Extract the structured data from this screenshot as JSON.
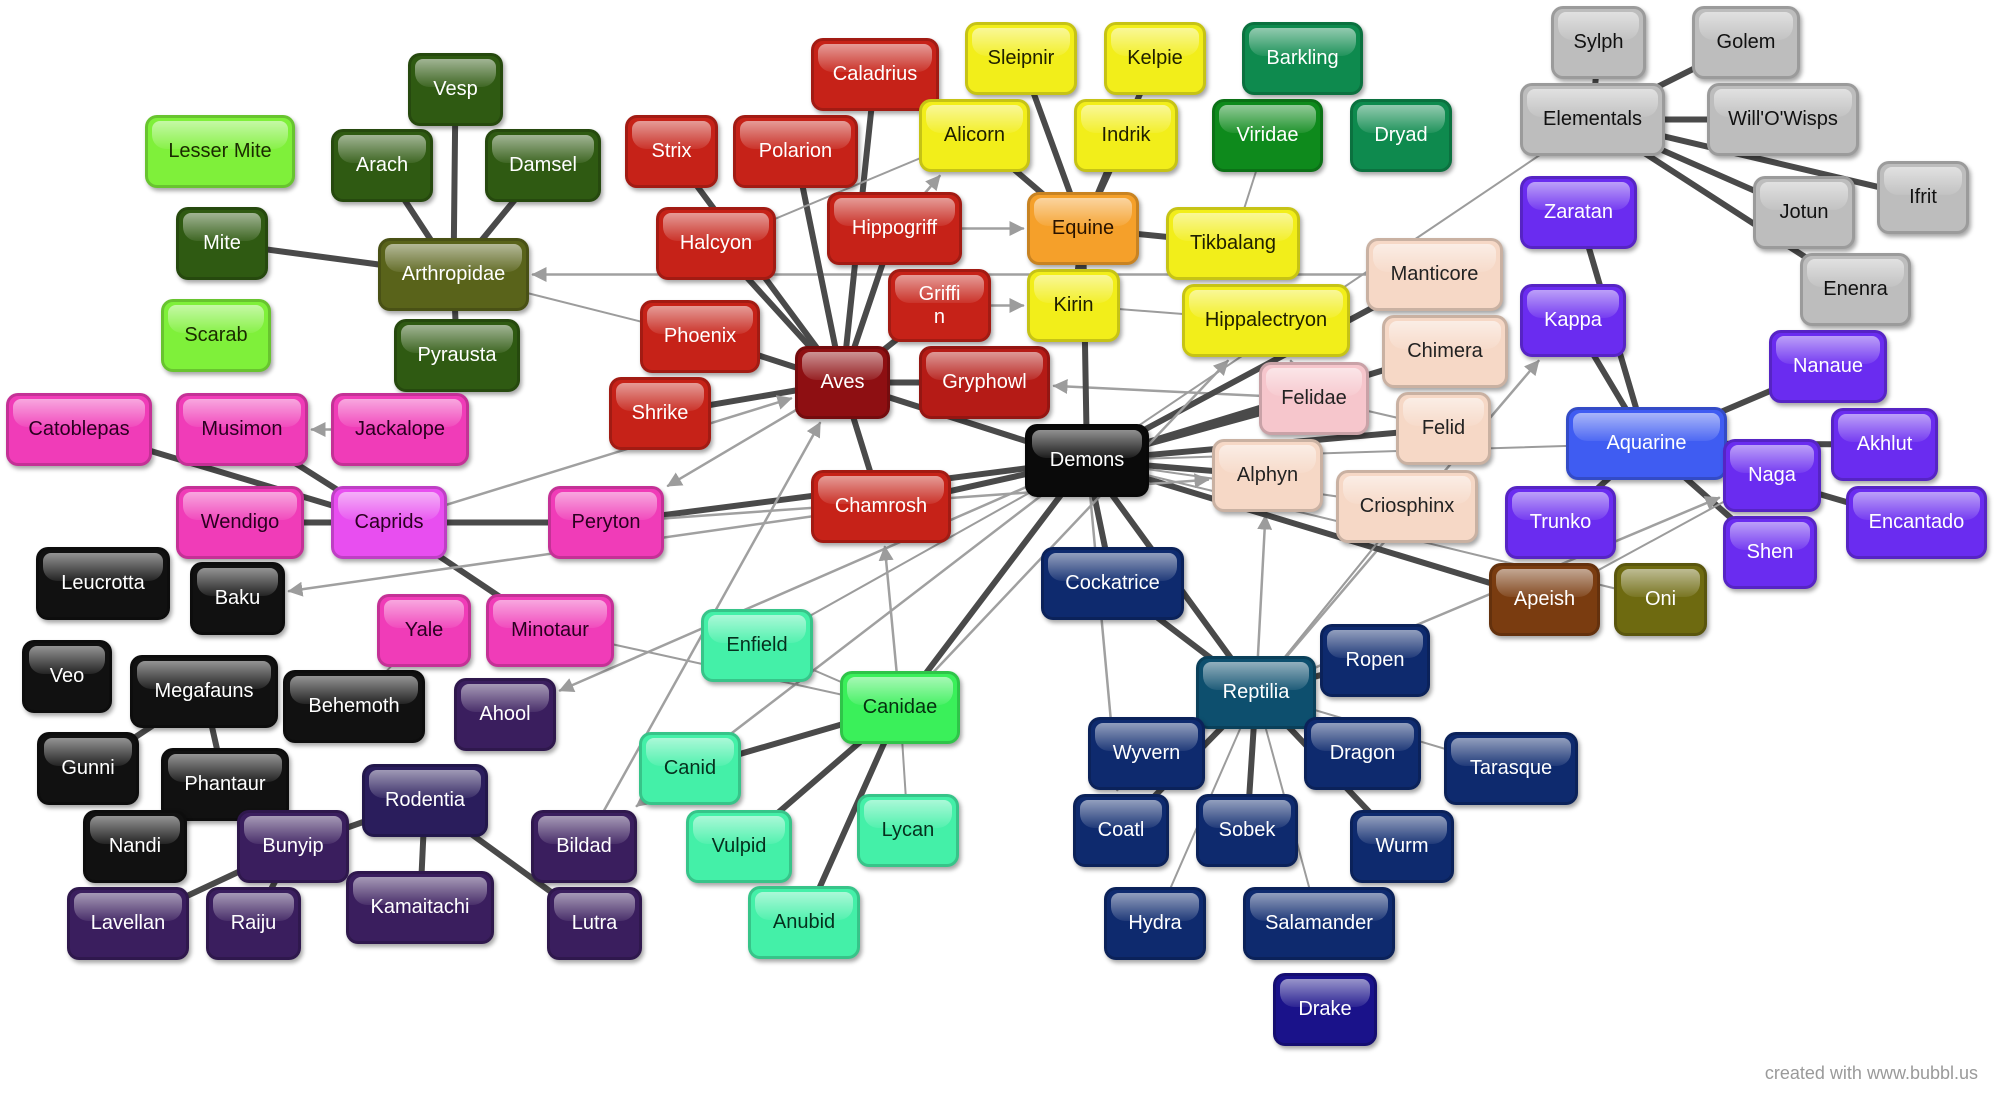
{
  "credit": "created with www.bubbl.us",
  "nodes": [
    {
      "id": "vesp",
      "label": "Vesp",
      "color": "#2f5a12",
      "text": "#ffffff"
    },
    {
      "id": "arach",
      "label": "Arach",
      "color": "#2f5a12",
      "text": "#ffffff"
    },
    {
      "id": "damsel",
      "label": "Damsel",
      "color": "#2f5a12",
      "text": "#ffffff"
    },
    {
      "id": "lessermite",
      "label": "Lesser Mite",
      "color": "#7ff03a",
      "text": "#1a2a00"
    },
    {
      "id": "mite",
      "label": "Mite",
      "color": "#2f5a12",
      "text": "#ffffff"
    },
    {
      "id": "arthropidae",
      "label": "Arthropidae",
      "color": "#59631a",
      "text": "#ffffff"
    },
    {
      "id": "scarab",
      "label": "Scarab",
      "color": "#7ff03a",
      "text": "#1a2a00"
    },
    {
      "id": "pyrausta",
      "label": "Pyrausta",
      "color": "#2f5a12",
      "text": "#ffffff"
    },
    {
      "id": "catoblepas",
      "label": "Catoblepas",
      "color": "#f03cb8",
      "text": "#2a0020"
    },
    {
      "id": "musimon",
      "label": "Musimon",
      "color": "#f03cb8",
      "text": "#2a0020"
    },
    {
      "id": "jackalope",
      "label": "Jackalope",
      "color": "#f03cb8",
      "text": "#2a0020"
    },
    {
      "id": "wendigo",
      "label": "Wendigo",
      "color": "#f03cb8",
      "text": "#2a0020"
    },
    {
      "id": "caprids",
      "label": "Caprids",
      "color": "#e84ef0",
      "text": "#2a0020"
    },
    {
      "id": "peryton",
      "label": "Peryton",
      "color": "#f03cb8",
      "text": "#2a0020"
    },
    {
      "id": "leucrotta",
      "label": "Leucrotta",
      "color": "#111111",
      "text": "#ffffff"
    },
    {
      "id": "baku",
      "label": "Baku",
      "color": "#111111",
      "text": "#ffffff"
    },
    {
      "id": "veo",
      "label": "Veo",
      "color": "#111111",
      "text": "#ffffff"
    },
    {
      "id": "megafauns",
      "label": "Megafauns",
      "color": "#111111",
      "text": "#ffffff"
    },
    {
      "id": "behemoth",
      "label": "Behemoth",
      "color": "#111111",
      "text": "#ffffff"
    },
    {
      "id": "gunni",
      "label": "Gunni",
      "color": "#111111",
      "text": "#ffffff"
    },
    {
      "id": "phantaur",
      "label": "Phantaur",
      "color": "#111111",
      "text": "#ffffff"
    },
    {
      "id": "nandi",
      "label": "Nandi",
      "color": "#111111",
      "text": "#ffffff"
    },
    {
      "id": "yale",
      "label": "Yale",
      "color": "#f03cb8",
      "text": "#2a0020"
    },
    {
      "id": "minotaur",
      "label": "Minotaur",
      "color": "#f03cb8",
      "text": "#2a0020"
    },
    {
      "id": "ahool",
      "label": "Ahool",
      "color": "#3a1e5e",
      "text": "#ffffff"
    },
    {
      "id": "rodentia",
      "label": "Rodentia",
      "color": "#2a1d5c",
      "text": "#ffffff"
    },
    {
      "id": "bunyip",
      "label": "Bunyip",
      "color": "#3a1e5e",
      "text": "#ffffff"
    },
    {
      "id": "lavellan",
      "label": "Lavellan",
      "color": "#3a1e5e",
      "text": "#ffffff"
    },
    {
      "id": "raiju",
      "label": "Raiju",
      "color": "#3a1e5e",
      "text": "#ffffff"
    },
    {
      "id": "kamaitachi",
      "label": "Kamaitachi",
      "color": "#3a1e5e",
      "text": "#ffffff"
    },
    {
      "id": "bildad",
      "label": "Bildad",
      "color": "#3a1e5e",
      "text": "#ffffff"
    },
    {
      "id": "lutra",
      "label": "Lutra",
      "color": "#3a1e5e",
      "text": "#ffffff"
    },
    {
      "id": "caladrius",
      "label": "Caladrius",
      "color": "#c62218",
      "text": "#ffffff"
    },
    {
      "id": "strix",
      "label": "Strix",
      "color": "#c62218",
      "text": "#ffffff"
    },
    {
      "id": "polarion",
      "label": "Polarion",
      "color": "#c62218",
      "text": "#ffffff"
    },
    {
      "id": "halcyon",
      "label": "Halcyon",
      "color": "#c62218",
      "text": "#ffffff"
    },
    {
      "id": "hippogriff",
      "label": "Hippogriff",
      "color": "#c62218",
      "text": "#ffffff"
    },
    {
      "id": "griffin",
      "label": "Griffi\nn",
      "color": "#c62218",
      "text": "#ffffff"
    },
    {
      "id": "phoenix",
      "label": "Phoenix",
      "color": "#c62218",
      "text": "#ffffff"
    },
    {
      "id": "aves",
      "label": "Aves",
      "color": "#8e0f12",
      "text": "#ffffff"
    },
    {
      "id": "gryphowl",
      "label": "Gryphowl",
      "color": "#b51b16",
      "text": "#ffffff"
    },
    {
      "id": "shrike",
      "label": "Shrike",
      "color": "#c62218",
      "text": "#ffffff"
    },
    {
      "id": "chamrosh",
      "label": "Chamrosh",
      "color": "#c62218",
      "text": "#ffffff"
    },
    {
      "id": "enfield",
      "label": "Enfield",
      "color": "#44f0a8",
      "text": "#06301e"
    },
    {
      "id": "canidae",
      "label": "Canidae",
      "color": "#3af05a",
      "text": "#063010"
    },
    {
      "id": "canid",
      "label": "Canid",
      "color": "#44f0a8",
      "text": "#06301e"
    },
    {
      "id": "vulpid",
      "label": "Vulpid",
      "color": "#44f0a8",
      "text": "#06301e"
    },
    {
      "id": "lycan",
      "label": "Lycan",
      "color": "#44f0a8",
      "text": "#06301e"
    },
    {
      "id": "anubid",
      "label": "Anubid",
      "color": "#44f0a8",
      "text": "#06301e"
    },
    {
      "id": "sleipnir",
      "label": "Sleipnir",
      "color": "#f2ee1a",
      "text": "#202000"
    },
    {
      "id": "kelpie",
      "label": "Kelpie",
      "color": "#f2ee1a",
      "text": "#202000"
    },
    {
      "id": "alicorn",
      "label": "Alicorn",
      "color": "#f2ee1a",
      "text": "#202000"
    },
    {
      "id": "indrik",
      "label": "Indrik",
      "color": "#f2ee1a",
      "text": "#202000"
    },
    {
      "id": "equine",
      "label": "Equine",
      "color": "#f5a02a",
      "text": "#2a1400"
    },
    {
      "id": "kirin",
      "label": "Kirin",
      "color": "#f2ee1a",
      "text": "#202000"
    },
    {
      "id": "tikbalang",
      "label": "Tikbalang",
      "color": "#f2ee1a",
      "text": "#202000"
    },
    {
      "id": "hippalectryon",
      "label": "Hippalectryon",
      "color": "#f2ee1a",
      "text": "#202000"
    },
    {
      "id": "barkling",
      "label": "Barkling",
      "color": "#0e8a4e",
      "text": "#ffffff"
    },
    {
      "id": "viridae",
      "label": "Viridae",
      "color": "#0e8a1c",
      "text": "#ffffff"
    },
    {
      "id": "dryad",
      "label": "Dryad",
      "color": "#0e8a4e",
      "text": "#ffffff"
    },
    {
      "id": "demons",
      "label": "Demons",
      "color": "#0a0a0a",
      "text": "#ffffff"
    },
    {
      "id": "manticore",
      "label": "Manticore",
      "color": "#f6d8c6",
      "text": "#222222"
    },
    {
      "id": "chimera",
      "label": "Chimera",
      "color": "#f6d8c6",
      "text": "#222222"
    },
    {
      "id": "felidae",
      "label": "Felidae",
      "color": "#f6c6cc",
      "text": "#222222"
    },
    {
      "id": "felid",
      "label": "Felid",
      "color": "#f6d8c6",
      "text": "#222222"
    },
    {
      "id": "alphyn",
      "label": "Alphyn",
      "color": "#f6d8c6",
      "text": "#222222"
    },
    {
      "id": "criosphinx",
      "label": "Criosphinx",
      "color": "#f6d8c6",
      "text": "#222222"
    },
    {
      "id": "cockatrice",
      "label": "Cockatrice",
      "color": "#0e2a6e",
      "text": "#ffffff"
    },
    {
      "id": "reptilia",
      "label": "Reptilia",
      "color": "#0d4f6e",
      "text": "#ffffff"
    },
    {
      "id": "ropen",
      "label": "Ropen",
      "color": "#0e2a6e",
      "text": "#ffffff"
    },
    {
      "id": "wyvern",
      "label": "Wyvern",
      "color": "#0e2a6e",
      "text": "#ffffff"
    },
    {
      "id": "dragon",
      "label": "Dragon",
      "color": "#0e2a6e",
      "text": "#ffffff"
    },
    {
      "id": "tarasque",
      "label": "Tarasque",
      "color": "#0e2a6e",
      "text": "#ffffff"
    },
    {
      "id": "coatl",
      "label": "Coatl",
      "color": "#0e2a6e",
      "text": "#ffffff"
    },
    {
      "id": "sobek",
      "label": "Sobek",
      "color": "#0e2a6e",
      "text": "#ffffff"
    },
    {
      "id": "wurm",
      "label": "Wurm",
      "color": "#0e2a6e",
      "text": "#ffffff"
    },
    {
      "id": "hydra",
      "label": "Hydra",
      "color": "#0e2a6e",
      "text": "#ffffff"
    },
    {
      "id": "salamander",
      "label": "Salamander",
      "color": "#0e2a6e",
      "text": "#ffffff"
    },
    {
      "id": "drake",
      "label": "Drake",
      "color": "#1a128a",
      "text": "#ffffff"
    },
    {
      "id": "sylph",
      "label": "Sylph",
      "color": "#bdbdbd",
      "text": "#111111"
    },
    {
      "id": "golem",
      "label": "Golem",
      "color": "#bdbdbd",
      "text": "#111111"
    },
    {
      "id": "elementals",
      "label": "Elementals",
      "color": "#bdbdbd",
      "text": "#111111"
    },
    {
      "id": "willowisps",
      "label": "Will'O'Wisps",
      "color": "#bdbdbd",
      "text": "#111111"
    },
    {
      "id": "ifrit",
      "label": "Ifrit",
      "color": "#bdbdbd",
      "text": "#111111"
    },
    {
      "id": "jotun",
      "label": "Jotun",
      "color": "#bdbdbd",
      "text": "#111111"
    },
    {
      "id": "enenra",
      "label": "Enenra",
      "color": "#bdbdbd",
      "text": "#111111"
    },
    {
      "id": "zaratan",
      "label": "Zaratan",
      "color": "#6a2cf0",
      "text": "#ffffff"
    },
    {
      "id": "kappa",
      "label": "Kappa",
      "color": "#6a2cf0",
      "text": "#ffffff"
    },
    {
      "id": "nanaue",
      "label": "Nanaue",
      "color": "#6a2cf0",
      "text": "#ffffff"
    },
    {
      "id": "aquarine",
      "label": "Aquarine",
      "color": "#3f5cf2",
      "text": "#ffffff"
    },
    {
      "id": "akhlut",
      "label": "Akhlut",
      "color": "#6a2cf0",
      "text": "#ffffff"
    },
    {
      "id": "naga",
      "label": "Naga",
      "color": "#6a2cf0",
      "text": "#ffffff"
    },
    {
      "id": "trunko",
      "label": "Trunko",
      "color": "#6a2cf0",
      "text": "#ffffff"
    },
    {
      "id": "encantado",
      "label": "Encantado",
      "color": "#6a2cf0",
      "text": "#ffffff"
    },
    {
      "id": "shen",
      "label": "Shen",
      "color": "#6a2cf0",
      "text": "#ffffff"
    },
    {
      "id": "apeish",
      "label": "Apeish",
      "color": "#7a3c10",
      "text": "#ffffff"
    },
    {
      "id": "oni",
      "label": "Oni",
      "color": "#6e6a10",
      "text": "#ffffff"
    }
  ],
  "edges": [
    [
      "vesp",
      "arthropidae",
      "thick"
    ],
    [
      "arach",
      "arthropidae",
      "thick"
    ],
    [
      "damsel",
      "arthropidae",
      "thick"
    ],
    [
      "mite",
      "arthropidae",
      "thick"
    ],
    [
      "pyrausta",
      "arthropidae",
      "thick"
    ],
    [
      "arthropidae",
      "phoenix",
      "thin"
    ],
    [
      "manticore",
      "arthropidae",
      "arrow"
    ],
    [
      "musimon",
      "caprids",
      "thick"
    ],
    [
      "catoblepas",
      "caprids",
      "thick"
    ],
    [
      "wendigo",
      "caprids",
      "thick"
    ],
    [
      "caprids",
      "peryton",
      "thick"
    ],
    [
      "caprids",
      "minotaur",
      "thick"
    ],
    [
      "peryton",
      "demons",
      "thick"
    ],
    [
      "jackalope",
      "musimon",
      "arrow"
    ],
    [
      "chamrosh",
      "baku",
      "arrow"
    ],
    [
      "megafauns",
      "gunni",
      "thick"
    ],
    [
      "megafauns",
      "phantaur",
      "thick"
    ],
    [
      "phantaur",
      "nandi",
      "thick"
    ],
    [
      "behemoth",
      "yale",
      "thin"
    ],
    [
      "rodentia",
      "bunyip",
      "thick"
    ],
    [
      "rodentia",
      "lutra",
      "thick"
    ],
    [
      "bunyip",
      "lavellan",
      "thick"
    ],
    [
      "bunyip",
      "raiju",
      "thick"
    ],
    [
      "rodentia",
      "kamaitachi",
      "thick"
    ],
    [
      "demons",
      "ahool",
      "arrow"
    ],
    [
      "demons",
      "bildad",
      "arrow"
    ],
    [
      "caladrius",
      "aves",
      "thick"
    ],
    [
      "strix",
      "aves",
      "thick"
    ],
    [
      "polarion",
      "aves",
      "thick"
    ],
    [
      "halcyon",
      "aves",
      "thick"
    ],
    [
      "hippogriff",
      "aves",
      "thick"
    ],
    [
      "griffin",
      "aves",
      "thick"
    ],
    [
      "phoenix",
      "aves",
      "thick"
    ],
    [
      "shrike",
      "aves",
      "thick"
    ],
    [
      "chamrosh",
      "aves",
      "thick"
    ],
    [
      "gryphowl",
      "aves",
      "thick"
    ],
    [
      "aves",
      "demons",
      "thick"
    ],
    [
      "hippogriff",
      "equine",
      "arrow"
    ],
    [
      "hippogriff",
      "alicorn",
      "arrow"
    ],
    [
      "halcyon",
      "alicorn",
      "thin"
    ],
    [
      "griffin",
      "kirin",
      "arrow"
    ],
    [
      "felidae",
      "gryphowl",
      "arrow"
    ],
    [
      "sleipnir",
      "equine",
      "thick"
    ],
    [
      "kelpie",
      "equine",
      "thick"
    ],
    [
      "alicorn",
      "equine",
      "thick"
    ],
    [
      "indrik",
      "equine",
      "thick"
    ],
    [
      "kirin",
      "equine",
      "thick"
    ],
    [
      "equine",
      "tikbalang",
      "thick"
    ],
    [
      "equine",
      "demons",
      "thick"
    ],
    [
      "hippalectryon",
      "kirin",
      "thin"
    ],
    [
      "viridae",
      "tikbalang",
      "thin"
    ],
    [
      "manticore",
      "demons",
      "thick"
    ],
    [
      "chimera",
      "demons",
      "thick"
    ],
    [
      "felidae",
      "demons",
      "thick"
    ],
    [
      "felid",
      "demons",
      "thick"
    ],
    [
      "alphyn",
      "demons",
      "thick"
    ],
    [
      "felidae",
      "felid",
      "thin"
    ],
    [
      "demons",
      "cockatrice",
      "thick"
    ],
    [
      "demons",
      "reptilia",
      "thick"
    ],
    [
      "demons",
      "canidae",
      "thick"
    ],
    [
      "demons",
      "enfield",
      "thin"
    ],
    [
      "demons",
      "chamrosh",
      "thick"
    ],
    [
      "reptilia",
      "ropen",
      "thick"
    ],
    [
      "reptilia",
      "wyvern",
      "thick"
    ],
    [
      "reptilia",
      "dragon",
      "thick"
    ],
    [
      "reptilia",
      "coatl",
      "thick"
    ],
    [
      "reptilia",
      "sobek",
      "thick"
    ],
    [
      "reptilia",
      "wurm",
      "thick"
    ],
    [
      "reptilia",
      "tarasque",
      "thin"
    ],
    [
      "reptilia",
      "salamander",
      "thin"
    ],
    [
      "reptilia",
      "hydra",
      "thin"
    ],
    [
      "reptilia",
      "alphyn",
      "arrow"
    ],
    [
      "reptilia",
      "criosphinx",
      "thin"
    ],
    [
      "reptilia",
      "kappa",
      "arrow"
    ],
    [
      "cockatrice",
      "reptilia",
      "thick"
    ],
    [
      "canidae",
      "canid",
      "thick"
    ],
    [
      "canidae",
      "vulpid",
      "thick"
    ],
    [
      "canidae",
      "anubid",
      "thick"
    ],
    [
      "canidae",
      "lycan",
      "thin"
    ],
    [
      "enfield",
      "canidae",
      "thin"
    ],
    [
      "canidae",
      "chamrosh",
      "arrow"
    ],
    [
      "canidae",
      "hippalectryon",
      "arrow"
    ],
    [
      "minotaur",
      "canidae",
      "thin"
    ],
    [
      "elementals",
      "sylph",
      "thick"
    ],
    [
      "elementals",
      "golem",
      "thick"
    ],
    [
      "elementals",
      "willowisps",
      "thick"
    ],
    [
      "elementals",
      "ifrit",
      "thick"
    ],
    [
      "elementals",
      "jotun",
      "thick"
    ],
    [
      "elementals",
      "enenra",
      "thick"
    ],
    [
      "elementals",
      "demons",
      "thin"
    ],
    [
      "aquarine",
      "kappa",
      "thick"
    ],
    [
      "aquarine",
      "zaratan",
      "thick"
    ],
    [
      "aquarine",
      "nanaue",
      "thick"
    ],
    [
      "aquarine",
      "naga",
      "thick"
    ],
    [
      "aquarine",
      "akhlut",
      "thick"
    ],
    [
      "aquarine",
      "trunko",
      "thick"
    ],
    [
      "aquarine",
      "encantado",
      "thick"
    ],
    [
      "aquarine",
      "shen",
      "thick"
    ],
    [
      "aquarine",
      "demons",
      "thin"
    ],
    [
      "apeish",
      "demons",
      "thick"
    ],
    [
      "apeish",
      "naga",
      "thin"
    ],
    [
      "oni",
      "demons",
      "thin"
    ],
    [
      "reptilia",
      "naga",
      "arrow"
    ],
    [
      "criosphinx",
      "reptilia",
      "thin"
    ],
    [
      "felidae",
      "hippalectryon",
      "arrow"
    ],
    [
      "aves",
      "peryton",
      "arrow"
    ],
    [
      "caprids",
      "aves",
      "arrow"
    ],
    [
      "bildad",
      "aves",
      "arrow"
    ],
    [
      "demons",
      "coatl",
      "arrow"
    ],
    [
      "peryton",
      "alphyn",
      "arrow"
    ],
    [
      "demons",
      "criosphinx",
      "thin"
    ]
  ]
}
